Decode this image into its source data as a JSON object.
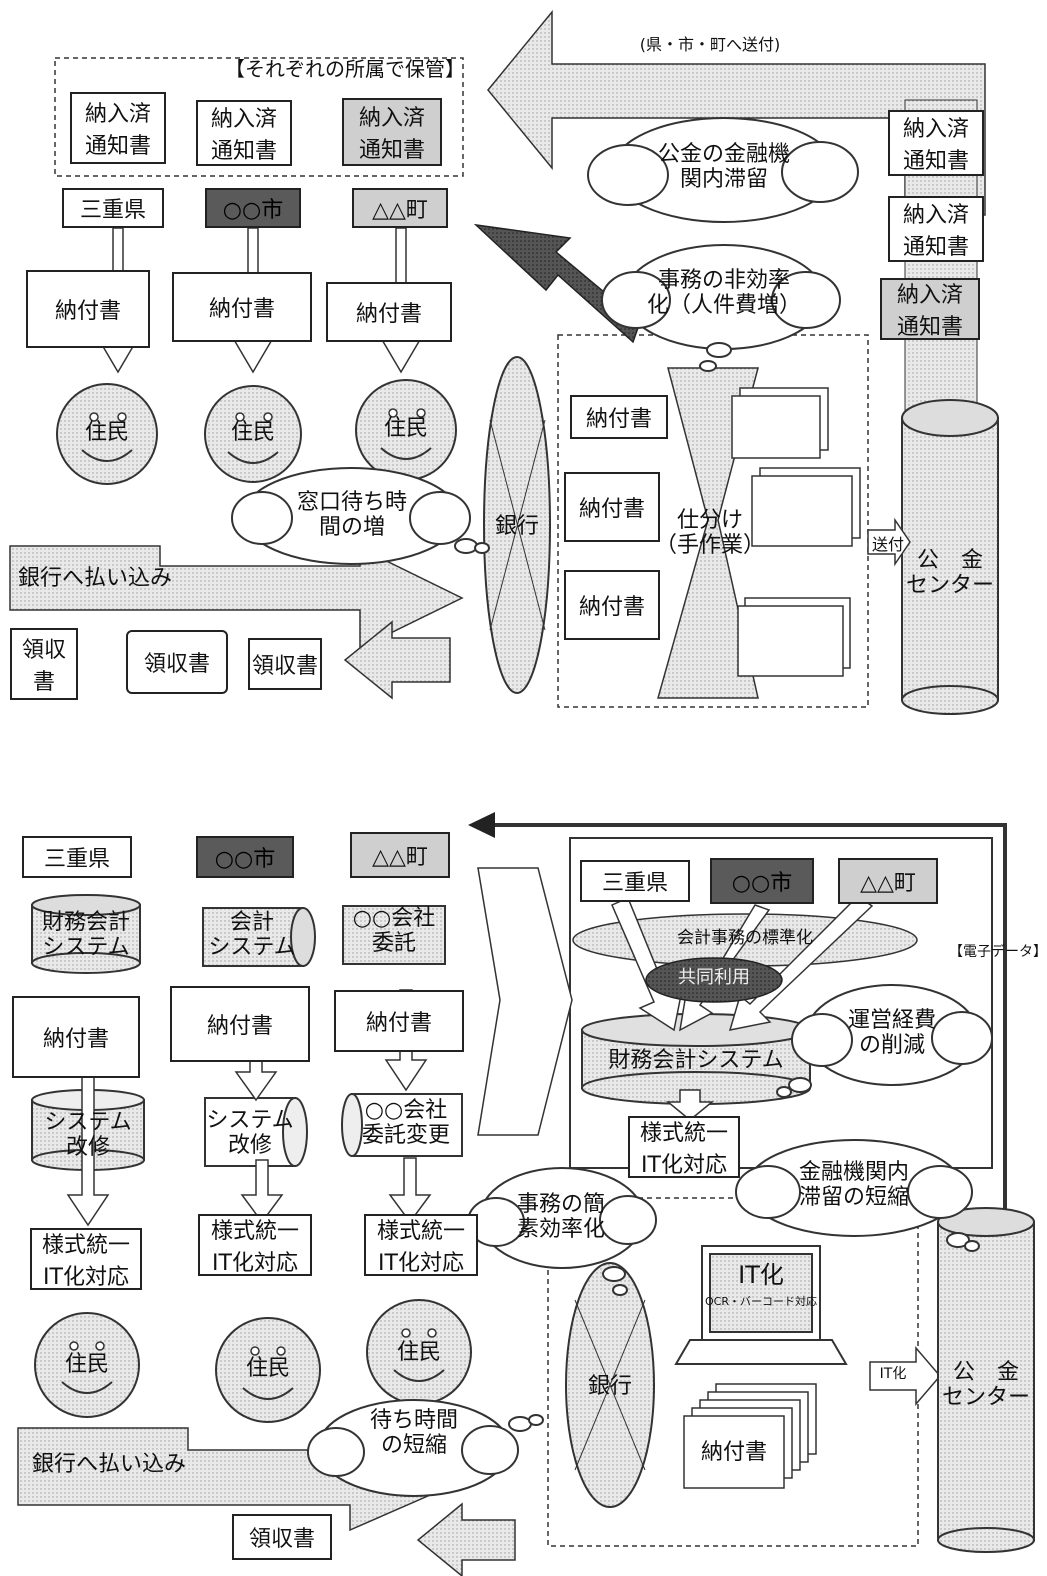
{
  "top": {
    "send_label": "(県・市・町へ送付)",
    "storage_label": "【それぞれの所属で保管】",
    "stored_notices": [
      "納入済\n通知書",
      "納入済\n通知書",
      "納入済\n通知書"
    ],
    "entities": [
      "三重県",
      "○○市",
      "△△町"
    ],
    "payment_slips": [
      "納付書",
      "納付書",
      "納付書"
    ],
    "residents": [
      "住民",
      "住民",
      "住民"
    ],
    "cloud_stagnation": "公金の金融機\n関内滞留",
    "cloud_inefficiency": "事務の非効率\n化（人件費増）",
    "cloud_wait": "窓口待ち時\n間の増",
    "sent_notices": [
      "納入済\n通知書",
      "納入済\n通知書",
      "納入済\n通知書"
    ],
    "bank": "銀行",
    "sort_slips": [
      "納付書",
      "納付書",
      "納付書"
    ],
    "sorting": "仕分け\n（手作業）",
    "send_small": "送付",
    "center": "公　金\nセンター",
    "pay_arrow": "銀行へ払い込み",
    "receipts": [
      "領収書",
      "領収書",
      "領収書"
    ]
  },
  "bottom": {
    "entities": [
      "三重県",
      "○○市",
      "△△町"
    ],
    "systems": [
      "財務会計\nシステム",
      "会計\nシステム",
      "○○会社\n委託"
    ],
    "payment_slips": [
      "納付書",
      "納付書",
      "納付書"
    ],
    "changes": [
      "システム\n改修",
      "システム\n改修",
      "○○会社\n委託変更"
    ],
    "unify": [
      "様式統一\nIT化対応",
      "様式統一\nIT化対応",
      "様式統一\nIT化対応"
    ],
    "residents": [
      "住民",
      "住民",
      "住民"
    ],
    "inner_entities": [
      "三重県",
      "○○市",
      "△△町"
    ],
    "standardize": "会計事務の標準化",
    "electronic": "【電子データ】",
    "shared": "共同利用",
    "fin_system": "財務会計システム",
    "cloud_cost": "運営経費\nの削減",
    "unify_inner": "様式統一\nIT化対応",
    "cloud_stagnation": "金融機関内\n滞留の短縮",
    "cloud_simplify": "事務の簡\n素効率化",
    "it_label": "IT化",
    "ocr": "OCR・バーコード対応",
    "bank": "銀行",
    "it_arrow": "IT化",
    "center": "公　金\nセンター",
    "slip": "納付書",
    "cloud_wait": "待ち時間\nの短縮",
    "pay_arrow": "銀行へ払い込み",
    "receipt": "領収書"
  },
  "colors": {
    "dark_fill": "#5a5a5a",
    "gray_fill": "#cfcfcf",
    "light_fill": "#e6e6e6"
  }
}
